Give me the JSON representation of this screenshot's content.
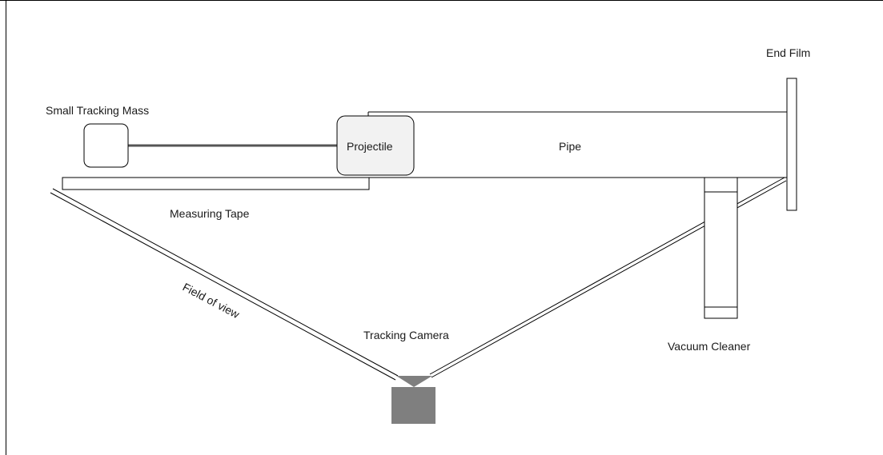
{
  "diagram": {
    "labels": {
      "small_tracking_mass": "Small Tracking Mass",
      "projectile": "Projectile",
      "pipe": "Pipe",
      "end_film": "End Film",
      "measuring_tape": "Measuring Tape",
      "field_of_view": "Field of view",
      "tracking_camera": "Tracking Camera",
      "vacuum_cleaner": "Vacuum Cleaner"
    },
    "colors": {
      "stroke": "#000000",
      "projectile_fill": "#f2f2f2",
      "camera_fill": "#7f7f7f",
      "background": "#ffffff"
    }
  }
}
